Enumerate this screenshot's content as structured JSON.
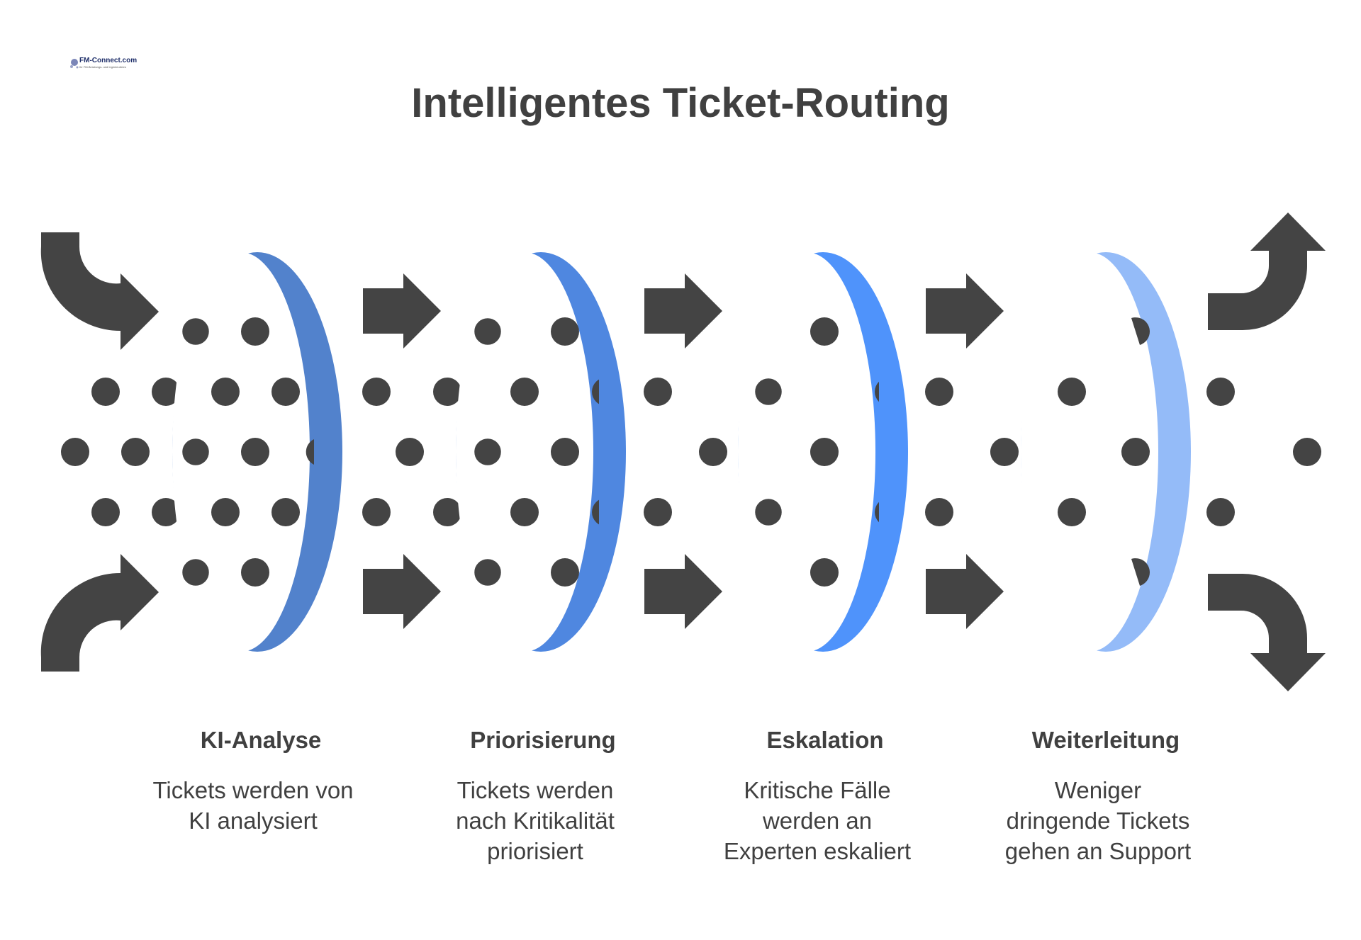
{
  "logo": {
    "text": "FM-Connect.com",
    "subtitle": "Ihr FM-Beratungs- und Ingenieurbüro"
  },
  "title": "Intelligentes Ticket-Routing",
  "colors": {
    "dark": "#444444",
    "stage1": "#5282cc",
    "stage2": "#4f87e0",
    "stage3": "#4f93fb",
    "stage4": "#94bbf8"
  },
  "stages": [
    {
      "title": "KI-Analyse",
      "description": "Tickets werden von KI analysiert",
      "desc_lines": [
        "Tickets werden von",
        "KI analysiert"
      ]
    },
    {
      "title": "Priorisierung",
      "description": "Tickets werden nach Kritikalität priorisiert",
      "desc_lines": [
        "Tickets werden",
        "nach Kritikalität",
        "priorisiert"
      ]
    },
    {
      "title": "Eskalation",
      "description": "Kritische Fälle werden an Experten eskaliert",
      "desc_lines": [
        "Kritische Fälle",
        "werden an",
        "Experten eskaliert"
      ]
    },
    {
      "title": "Weiterleitung",
      "description": "Weniger dringende Tickets gehen an Support",
      "desc_lines": [
        "Weniger",
        "dringende Tickets",
        "gehen an Support"
      ]
    }
  ]
}
